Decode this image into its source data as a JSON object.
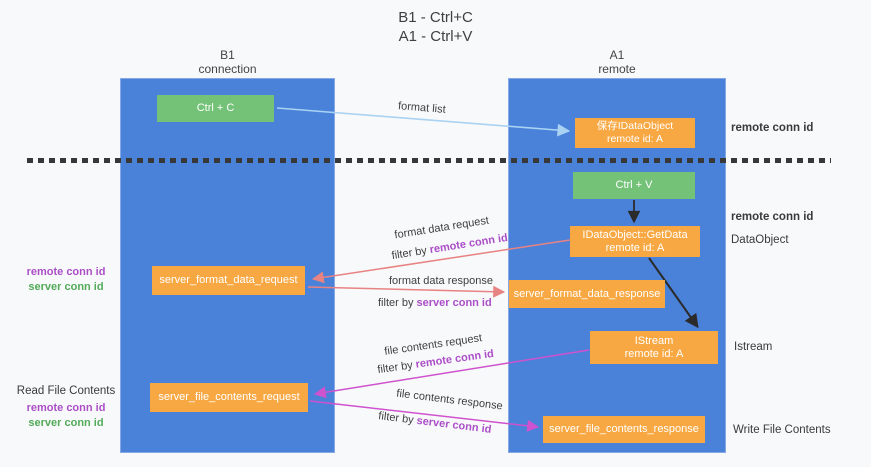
{
  "title": {
    "line1": "B1 - Ctrl+C",
    "line2": "A1 - Ctrl+V"
  },
  "lanes": {
    "left": {
      "name": "B1",
      "subtitle": "connection"
    },
    "right": {
      "name": "A1",
      "subtitle": "remote"
    }
  },
  "nodes": {
    "ctrl_c": "Ctrl + C",
    "save_idataobject": {
      "line1": "保存IDataObject",
      "line2": "remote id: A"
    },
    "ctrl_v": "Ctrl + V",
    "getdata": {
      "line1": "IDataObject::GetData",
      "line2": "remote id: A"
    },
    "format_request": "server_format_data_request",
    "format_response": "server_format_data_response",
    "istream": {
      "line1": "IStream",
      "line2": "remote id: A"
    },
    "file_request": "server_file_contents_request",
    "file_response": "server_file_contents_response"
  },
  "annotations": {
    "format_list": "format list",
    "format_data_request": "format data request",
    "format_data_response": "format data response",
    "file_contents_request": "file contents request",
    "file_contents_response": "file contents response",
    "filter_by": "filter by ",
    "remote_conn_id": "remote conn id",
    "server_conn_id": "server conn id"
  },
  "side_labels": {
    "right_remote_top": "remote conn id",
    "right_remote_mid": "remote conn id",
    "dataobject": "DataObject",
    "istream": "Istream",
    "write_file_contents": "Write File Contents",
    "left_remote_top": "remote conn id",
    "left_server_top": "server conn id",
    "read_file_contents": "Read File Contents",
    "left_remote_bottom": "remote conn id",
    "left_server_bottom": "server conn id"
  },
  "colors": {
    "lane_blue": "#4a81d9",
    "node_orange": "#f8a843",
    "node_green": "#74c277",
    "arrow_light_blue": "#a9d2f3",
    "arrow_black": "#2b2b2b",
    "arrow_salmon": "#e88383",
    "arrow_magenta": "#cf52cf",
    "text_purple": "#ab4fc8",
    "text_green": "#53ab5a"
  }
}
